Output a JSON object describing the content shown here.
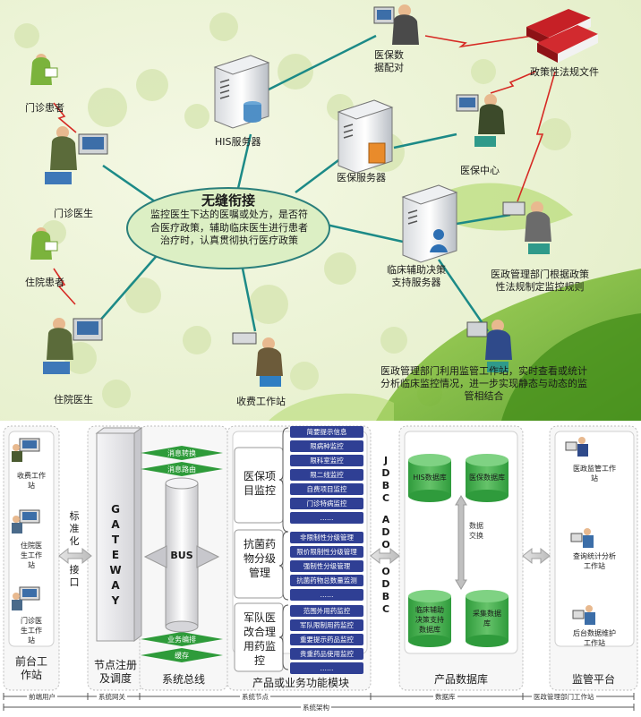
{
  "top": {
    "center": {
      "title": "无缝衔接",
      "body": "监控医生下达的医嘱或处方，是否符合医疗政策，辅助临床医生进行患者治疗时，认真贯彻执行医疗政策"
    },
    "nodes": {
      "outpatient_patient": "门诊患者",
      "outpatient_doctor": "门诊医生",
      "inpatient_patient": "住院患者",
      "inpatient_doctor": "住院医生",
      "his_server": "HIS服务器",
      "insurance_data_match": "医保数\n据配对",
      "policy_docs": "政策性法规文件",
      "insurance_server": "医保服务器",
      "insurance_center": "医保中心",
      "clinical_server": "临床辅助决策\n支持服务器",
      "admin_rules": "医政管理部门根据政策\n性法规制定监控规则",
      "billing_station": "收费工作站",
      "admin_monitor": "医政管理部门利用监管工作站，实时查看或统计\n分析临床监控情况，进一步实现静态与动态的监\n管相结合"
    }
  },
  "bottom": {
    "frontend": {
      "stations": [
        "收费工作\n站",
        "住院医\n生工作\n站",
        "门诊医\n生工作\n站"
      ],
      "title": "前台工\n作站",
      "std_interface": [
        "标",
        "准",
        "化",
        "接",
        "口"
      ]
    },
    "gateway": {
      "letters": [
        "G",
        "A",
        "T",
        "E",
        "W",
        "A",
        "Y"
      ],
      "title": "节点注册\n及调度"
    },
    "bus": {
      "label": "BUS",
      "diamonds": [
        "消息转换",
        "消息路由",
        "业务编排",
        "缓存"
      ],
      "title": "系统总线"
    },
    "modules": {
      "groups": [
        {
          "title": "医保项\n目监控",
          "items": [
            "简要提示信息",
            "限病种监控",
            "限科室监控",
            "限二线监控",
            "自费项目监控",
            "门诊特病监控",
            "……"
          ]
        },
        {
          "title": "抗菌药\n物分级\n管理",
          "items": [
            "非限制性分级管理",
            "限价限制性分级管理",
            "强制性分级管理",
            "抗菌药物总数量监测",
            "……"
          ]
        },
        {
          "title": "军队医\n改合理\n用药监\n控",
          "items": [
            "范围外用药监控",
            "军队限制用药监控",
            "重要提示药品监控",
            "贵重药品使用监控",
            "……"
          ]
        }
      ],
      "title": "产品或业务功能模块"
    },
    "jdbc": {
      "groups": [
        [
          "J",
          "D",
          "B",
          "C"
        ],
        [
          "A",
          "D",
          "O"
        ],
        [
          "O",
          "D",
          "B",
          "C"
        ]
      ]
    },
    "database": {
      "cylinders": [
        "HIS数据库",
        "医保数据库",
        "临床辅助\n决策支持\n数据库",
        "采集数据\n库"
      ],
      "exchange": "数据\n交换",
      "title": "产品数据库"
    },
    "platform": {
      "stations": [
        "医政监管工作\n站",
        "查询统计分析\n工作站",
        "后台数据维护\n工作站"
      ],
      "title": "监管平台"
    },
    "footer": {
      "segments": [
        "前端用户",
        "系统网关",
        "系统节点",
        "数据库",
        "医政管理部门工作站"
      ],
      "overall": "系统架构"
    }
  }
}
